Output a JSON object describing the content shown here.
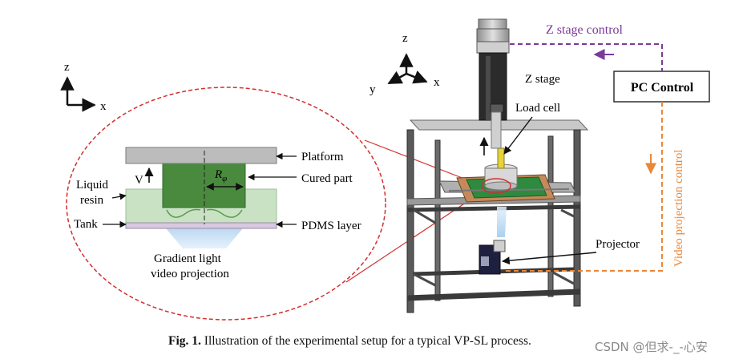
{
  "labels": {
    "z_left": "z",
    "x_left": "x",
    "z_right": "z",
    "y_right": "y",
    "x_right": "x",
    "platform": "Platform",
    "cured_part": "Cured part",
    "liquid": "Liquid",
    "resin": "resin",
    "tank": "Tank",
    "pdms_layer": "PDMS layer",
    "v_label": "V",
    "r_label": "R",
    "r_sub": "φ",
    "gradient_1": "Gradient light",
    "gradient_2": "video projection",
    "z_stage_control": "Z stage control",
    "z_stage": "Z stage",
    "load_cell": "Load cell",
    "pc_control": "PC Control",
    "video_projection_control": "Video projection control",
    "projector": "Projector"
  },
  "caption": {
    "fig": "Fig. 1.",
    "text": " Illustration of the experimental setup for a typical VP-SL process."
  },
  "watermark": "CSDN @但求-_-心安",
  "colors": {
    "purple": "#7a3a9a",
    "orange": "#e8873a",
    "red": "#d32f2f",
    "green": "#2f6b2f",
    "resin": "#c9e2c4",
    "platform": "#b8b8b8",
    "frame": "#4a4a4a"
  }
}
